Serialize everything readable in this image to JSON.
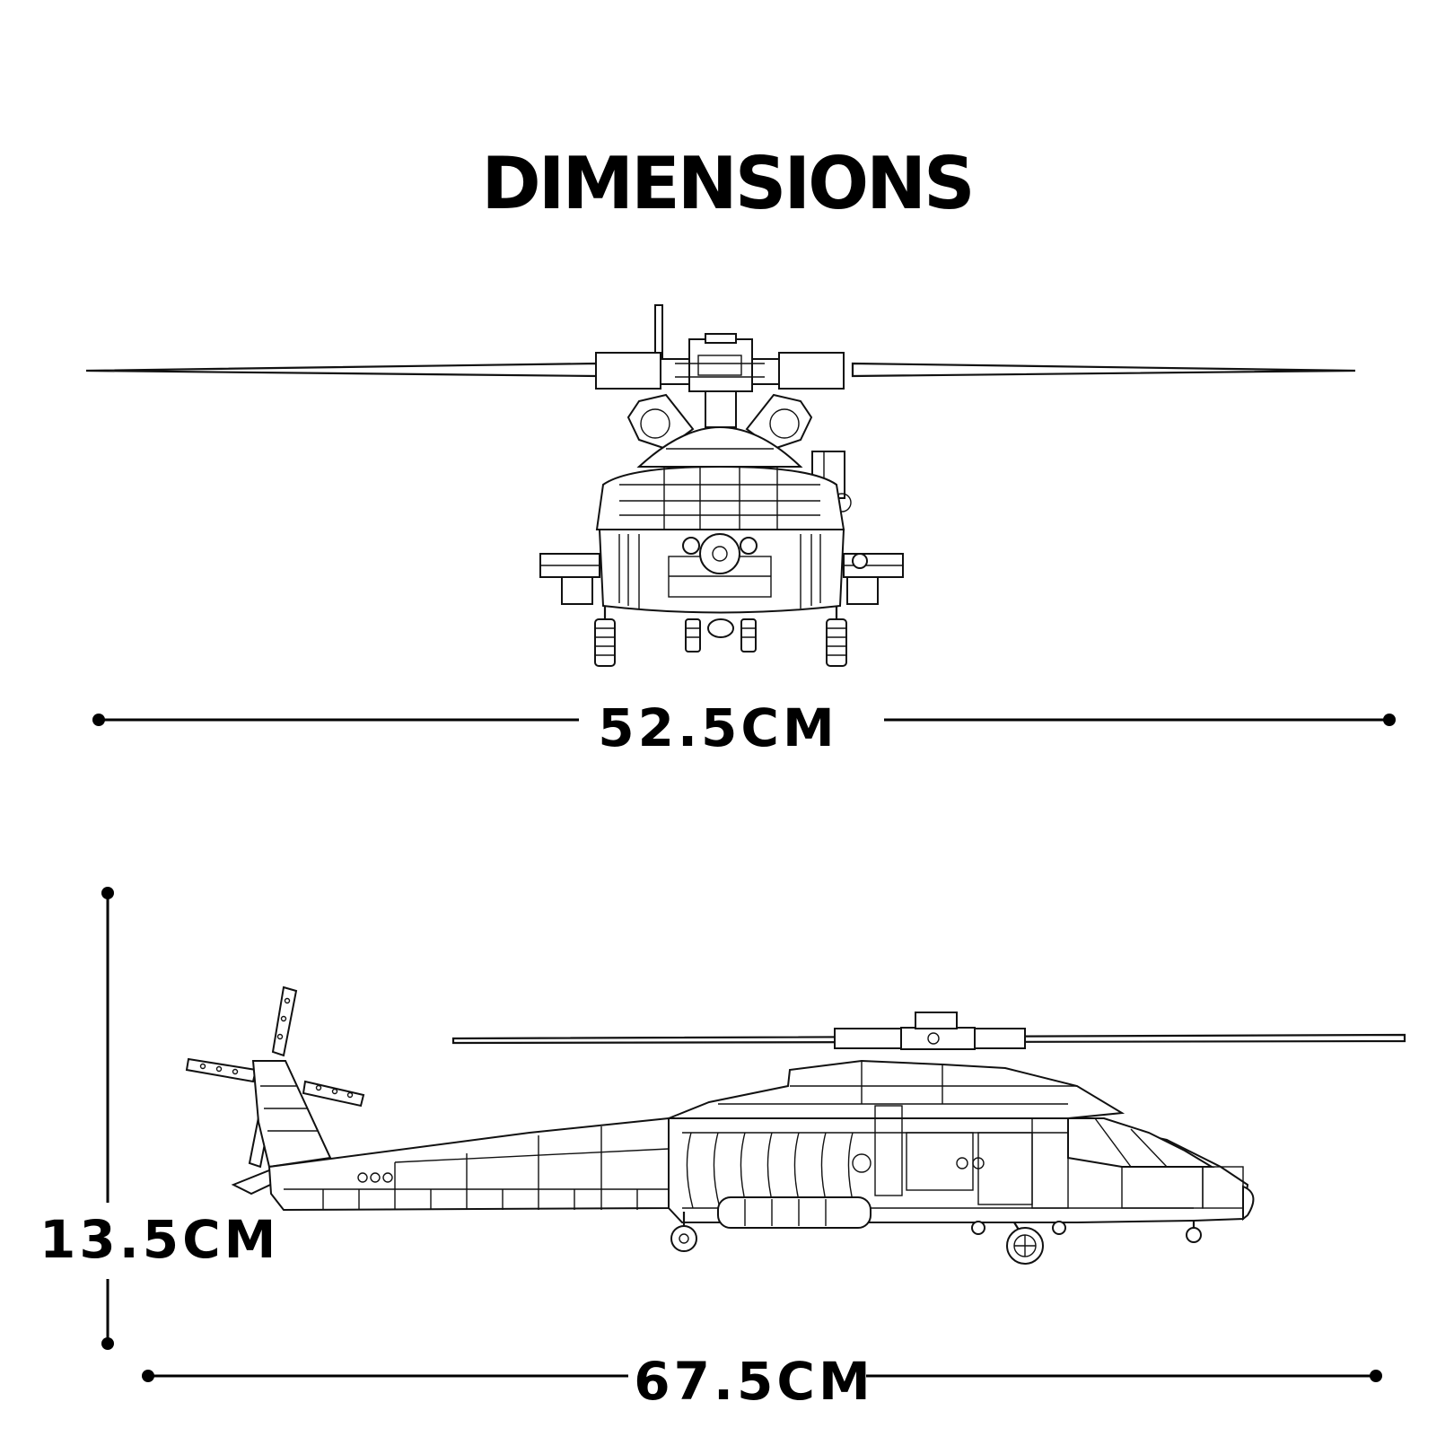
{
  "title": "DIMENSIONS",
  "dimensions": {
    "front_width": "52.5CM",
    "side_length": "67.5CM",
    "side_height": "13.5CM"
  },
  "colors": {
    "ink": "#000000",
    "background": "#ffffff"
  }
}
